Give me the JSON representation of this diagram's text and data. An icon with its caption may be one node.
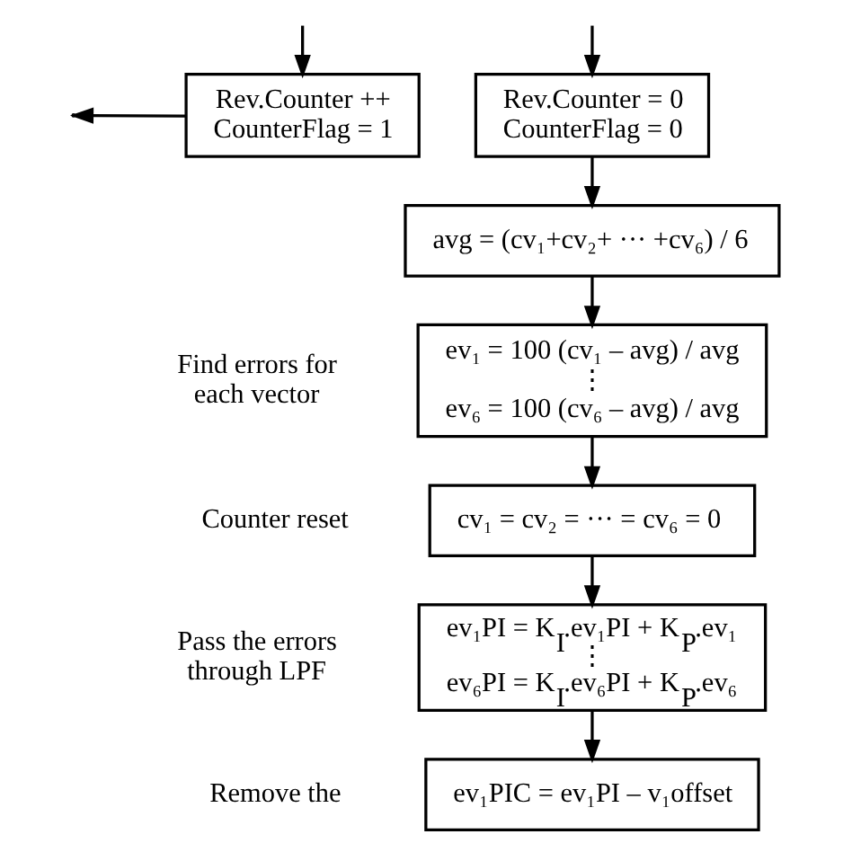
{
  "diagram": {
    "nodes": [
      {
        "text": [
          "Rev.Counter ++",
          "CounterFlag = 1"
        ]
      },
      {
        "text": [
          "Rev.Counter = 0",
          "CounterFlag = 0"
        ]
      },
      {
        "text": [
          "avg = (cv₁+cv₂+ ··· +cv₆) / 6"
        ]
      },
      {
        "text": [
          "ev₁ = 100 (cv₁ – avg) / avg",
          "⋮",
          "ev₆ = 100 (cv₆ – avg) / avg"
        ],
        "beside": [
          "Find errors for each vector"
        ]
      },
      {
        "text": [
          "cv₁ = cv₂ = ··· = cv₆ = 0"
        ],
        "beside": [
          "Counter reset"
        ]
      },
      {
        "text": [
          "ev₁PI = K$_{I}$.ev₁PI + K$_{P}$.ev₁",
          "⋮",
          "ev₆PI = K$_{I}$.ev₆PI + K$_{P}$.ev₆"
        ],
        "beside": [
          "Pass the errors through LPF"
        ]
      },
      {
        "text": [
          "ev₁PIC = ev₁PI – v₁offset"
        ],
        "beside": [
          "Remove the"
        ]
      }
    ],
    "edges": [
      {
        "from": 0,
        "to": null,
        "arrow": "to"
      },
      {
        "from": null,
        "to": 0,
        "arrow": "to"
      },
      {
        "from": null,
        "to": 1,
        "arrow": "to"
      },
      {
        "from": 1,
        "to": 2,
        "arrow": "to"
      },
      {
        "from": 2,
        "to": 3,
        "arrow": "to"
      },
      {
        "from": 3,
        "to": 4,
        "arrow": "to"
      },
      {
        "from": 4,
        "to": 5,
        "arrow": "to"
      },
      {
        "from": 5,
        "to": 6,
        "arrow": "to"
      }
    ]
  }
}
